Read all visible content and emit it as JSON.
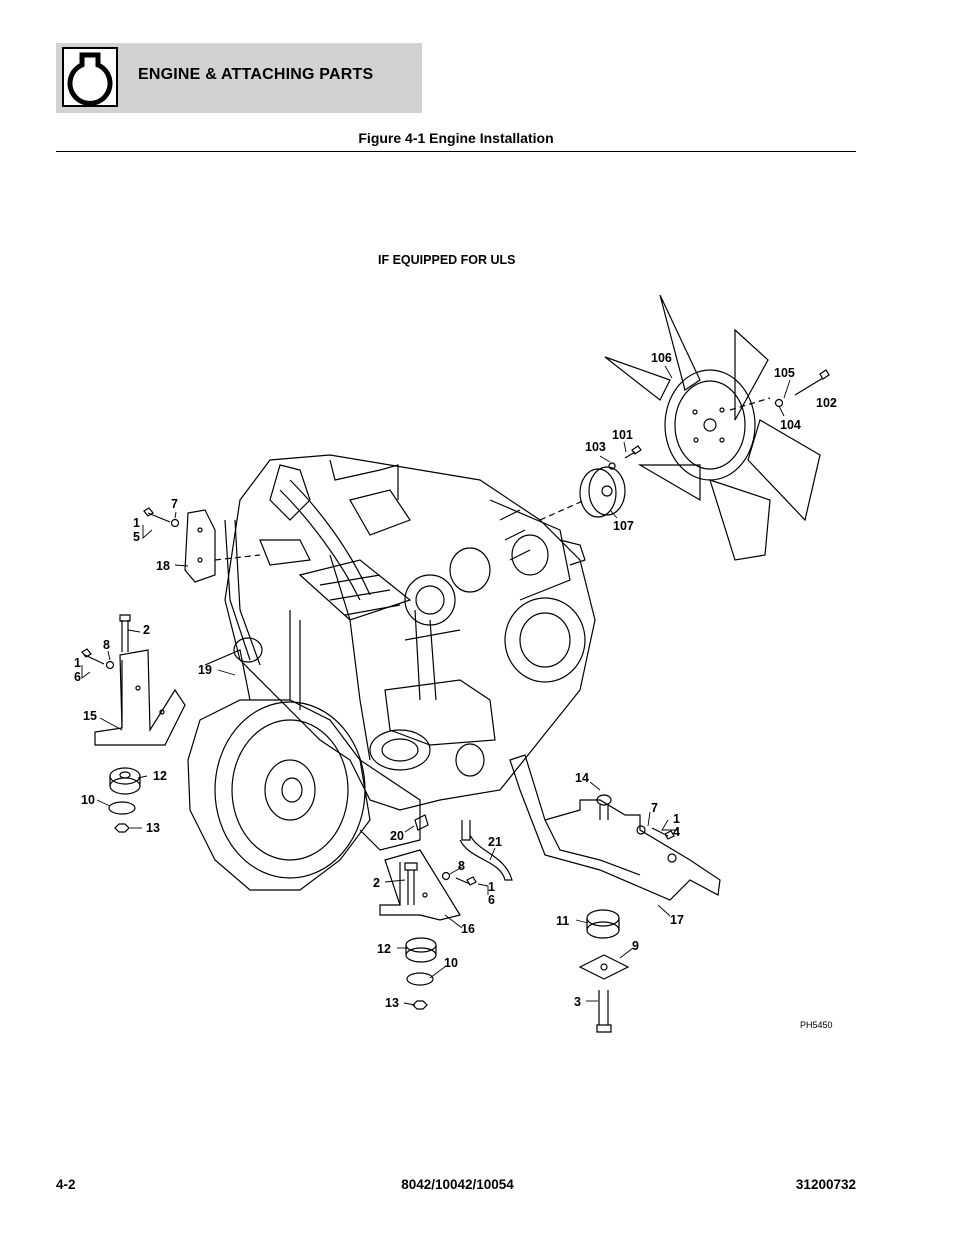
{
  "header": {
    "section_title": "ENGINE & ATTACHING PARTS",
    "section_icon": "engine-icon"
  },
  "figure": {
    "title": "Figure 4-1 Engine Installation",
    "note": "IF EQUIPPED FOR ULS",
    "drawing_code": "PH5450"
  },
  "callouts": [
    "106",
    "105",
    "102",
    "104",
    "101",
    "103",
    "107",
    "7",
    "15",
    "18",
    "2",
    "8",
    "16",
    "19",
    "15",
    "12",
    "10",
    "13",
    "14",
    "7",
    "14",
    "20",
    "21",
    "8",
    "2",
    "16",
    "16",
    "11",
    "17",
    "12",
    "10",
    "9",
    "13",
    "3"
  ],
  "footer": {
    "page_number": "4-2",
    "models": "8042/10042/10054",
    "doc_number": "31200732"
  }
}
